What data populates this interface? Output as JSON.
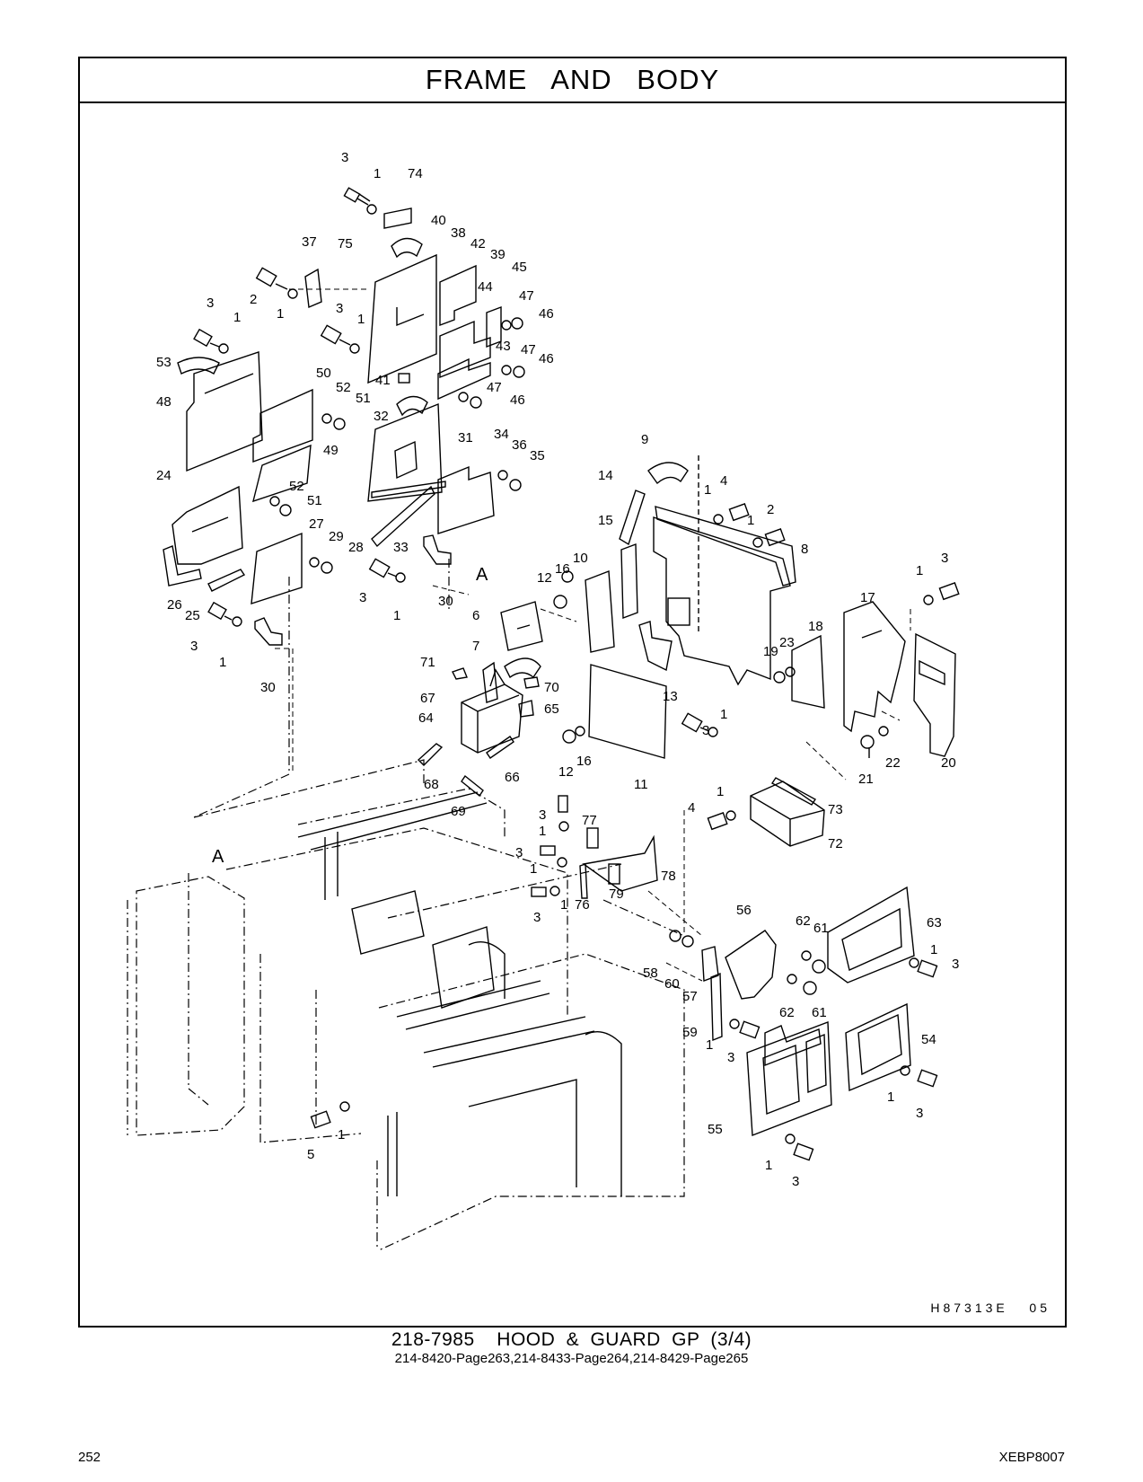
{
  "header": {
    "title": "FRAME AND BODY"
  },
  "illustration": {
    "code": "H87313E   05",
    "section_marks": [
      "A",
      "A"
    ],
    "callouts": [
      "3",
      "1",
      "74",
      "40",
      "75",
      "38",
      "37",
      "42",
      "39",
      "2",
      "1",
      "45",
      "3",
      "1",
      "44",
      "47",
      "46",
      "3",
      "1",
      "43",
      "47",
      "46",
      "53",
      "41",
      "47",
      "46",
      "50",
      "52",
      "51",
      "48",
      "32",
      "31",
      "34",
      "36",
      "35",
      "49",
      "24",
      "52",
      "51",
      "27",
      "29",
      "28",
      "33",
      "26",
      "25",
      "3",
      "1",
      "30",
      "3",
      "1",
      "30",
      "9",
      "14",
      "1",
      "4",
      "1",
      "2",
      "15",
      "8",
      "16",
      "10",
      "12",
      "6",
      "3",
      "1",
      "7",
      "71",
      "70",
      "67",
      "65",
      "64",
      "13",
      "3",
      "1",
      "17",
      "18",
      "19",
      "23",
      "68",
      "66",
      "12",
      "16",
      "11",
      "21",
      "22",
      "20",
      "69",
      "4",
      "1",
      "73",
      "72",
      "3",
      "1",
      "77",
      "3",
      "1",
      "78",
      "79",
      "3",
      "1",
      "76",
      "56",
      "62",
      "61",
      "63",
      "58",
      "60",
      "57",
      "62",
      "61",
      "1",
      "3",
      "59",
      "1",
      "3",
      "54",
      "55",
      "1",
      "3",
      "5",
      "1",
      "1",
      "3"
    ]
  },
  "caption": {
    "main": "218-7985  HOOD & GUARD GP (3/4)",
    "sub": "214-8420-Page263,214-8433-Page264,214-8429-Page265"
  },
  "footer": {
    "page_number": "252",
    "doc_code": "XEBP8007"
  }
}
